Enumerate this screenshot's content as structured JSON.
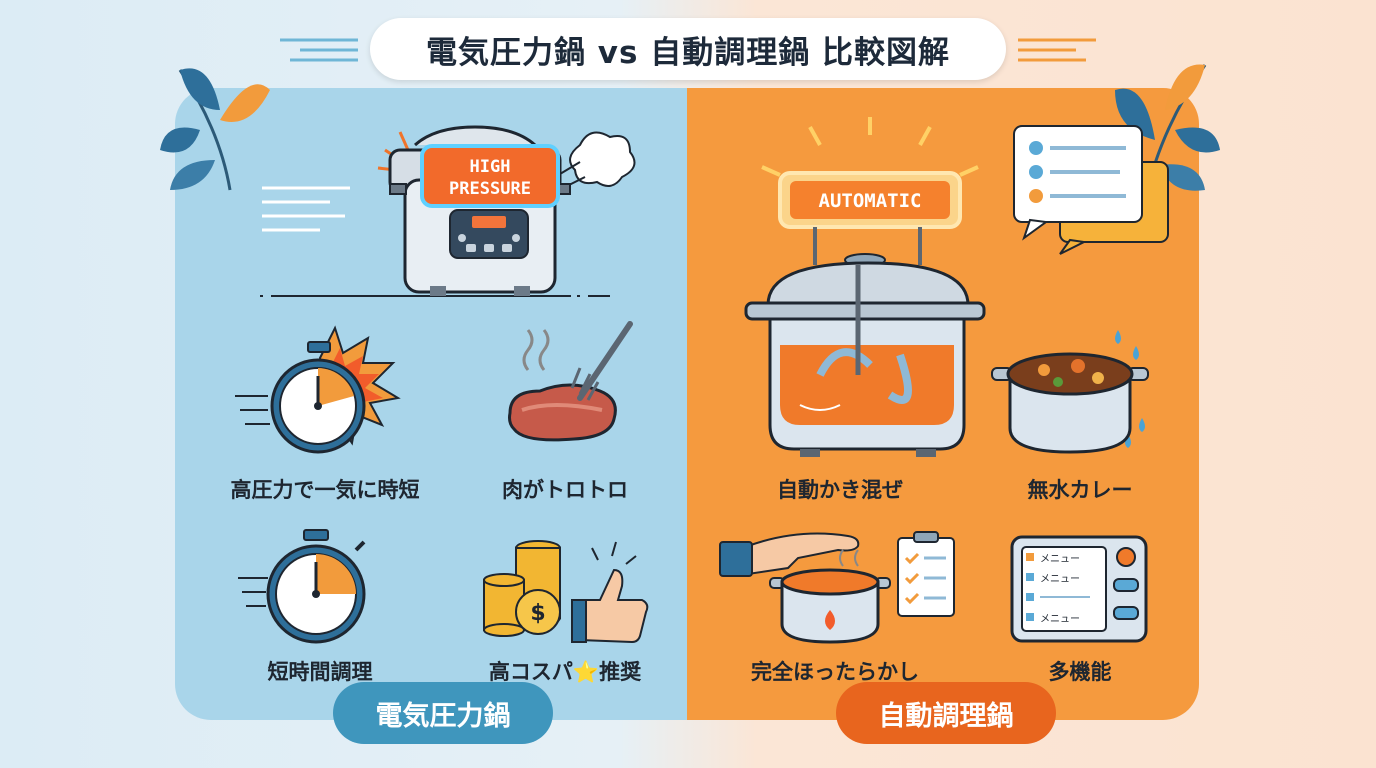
{
  "title": "電気圧力鍋 vs 自動調理鍋 比較図解",
  "left": {
    "name": "電気圧力鍋",
    "screen_text_line1": "HIGH",
    "screen_text_line2": "PRESSURE",
    "features": [
      "高圧力で一気に時短",
      "肉がトロトロ",
      "短時間調理",
      "高コスパ⭐推奨"
    ],
    "icons": [
      "pressure-cooker-icon",
      "stopwatch-burst-icon",
      "meat-fork-icon",
      "stopwatch-icon",
      "coins-thumbs-up-icon"
    ]
  },
  "right": {
    "name": "自動調理鍋",
    "screen_text": "AUTOMATIC",
    "features": [
      "自動かき混ぜ",
      "無水カレー",
      "完全ほったらかし",
      "多機能"
    ],
    "menu_items": [
      "メニュー",
      "メニュー",
      "メニュー"
    ],
    "icons": [
      "auto-cooker-icon",
      "curry-pot-icon",
      "hand-pot-icon",
      "menu-panel-icon",
      "chat-bubble-icon"
    ]
  },
  "colors": {
    "left_panel": "#a9d5ea",
    "right_panel": "#f59a3e",
    "left_tag": "#3f96bd",
    "right_tag": "#e8651e"
  }
}
